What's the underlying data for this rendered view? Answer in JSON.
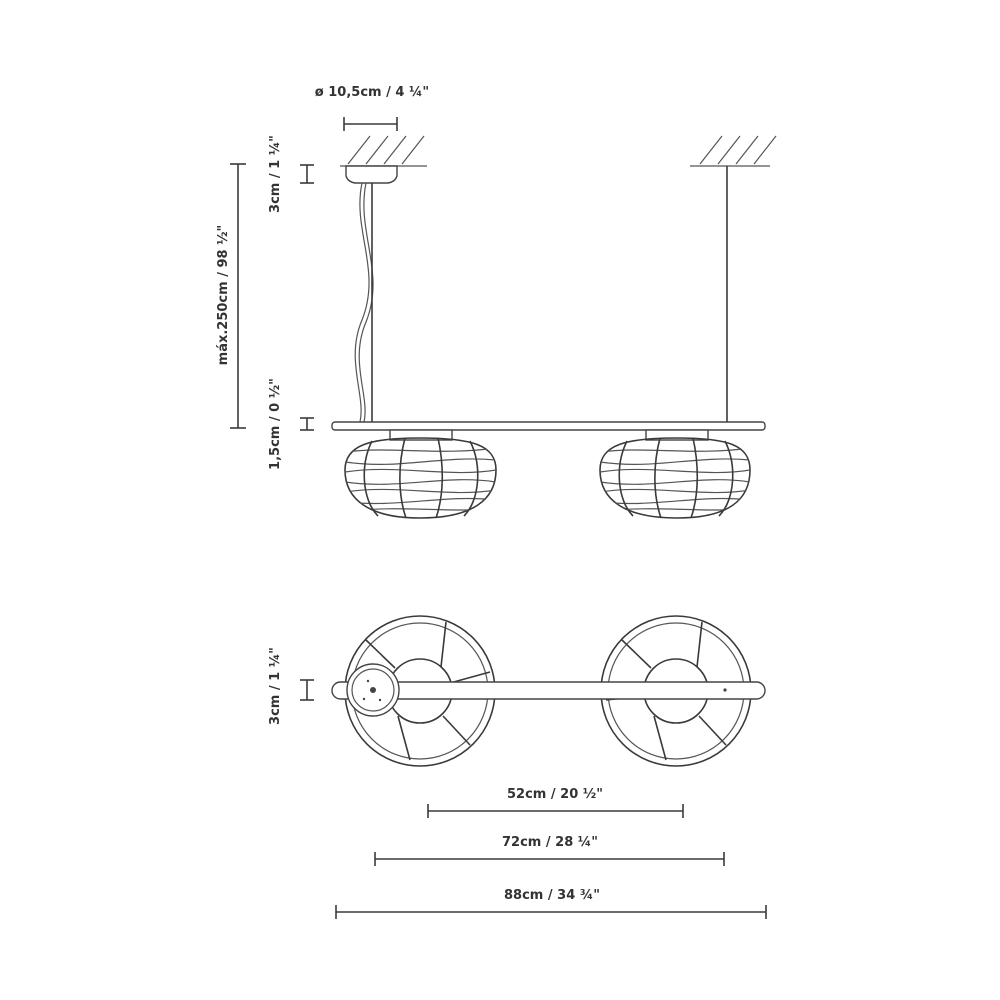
{
  "labels": {
    "canopy_diameter": "ø 10,5cm / 4 ¼\"",
    "canopy_height": "3cm / 1 ¼\"",
    "max_height": "máx.250cm / 98 ½\"",
    "bar_thickness": "1,5cm / 0 ½\"",
    "top_bar_height": "3cm / 1 ¼\"",
    "spacing_52": "52cm / 20 ½\"",
    "spacing_72": "72cm / 28 ¼\"",
    "width_88": "88cm / 34 ¾\""
  },
  "colors": {
    "line": "#3a3a3a",
    "text": "#333333",
    "background": "#ffffff"
  }
}
